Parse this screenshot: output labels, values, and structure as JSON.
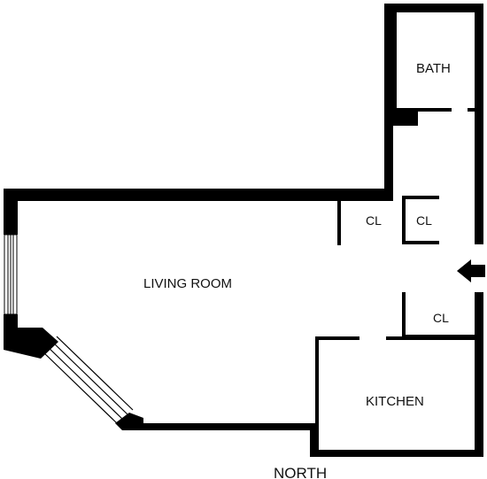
{
  "rooms": {
    "living_room": "LIVING ROOM",
    "kitchen": "KITCHEN",
    "bath": "BATH",
    "closet_1": "CL",
    "closet_2": "CL",
    "closet_3": "CL"
  },
  "orientation": "NORTH",
  "entrance": "arrow-left-icon",
  "colors": {
    "wall": "#000000",
    "background": "#ffffff"
  }
}
